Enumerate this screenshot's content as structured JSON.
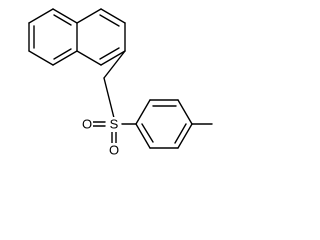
{
  "molecule": {
    "atoms": {
      "sulfur": "S",
      "oxygen_left": "O",
      "oxygen_bottom": "O"
    }
  }
}
